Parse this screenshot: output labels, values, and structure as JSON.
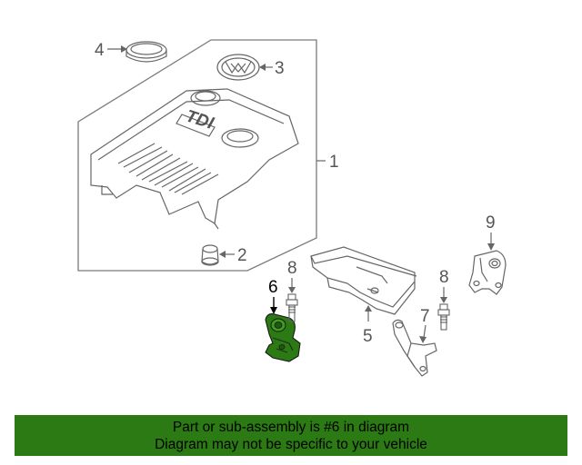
{
  "callouts": {
    "c1": "1",
    "c2": "2",
    "c3": "3",
    "c4": "4",
    "c5": "5",
    "c6": "6",
    "c7": "7",
    "c8a": "8",
    "c8b": "8",
    "c9": "9"
  },
  "logo": {
    "brand_text": "TDI"
  },
  "footer": {
    "line1": "Part or sub-assembly is #6 in diagram",
    "line2": "Diagram may not be specific to your vehicle"
  },
  "colors": {
    "highlight": "#2b7a14",
    "banner": "#2b7a14",
    "line": "#666666"
  }
}
